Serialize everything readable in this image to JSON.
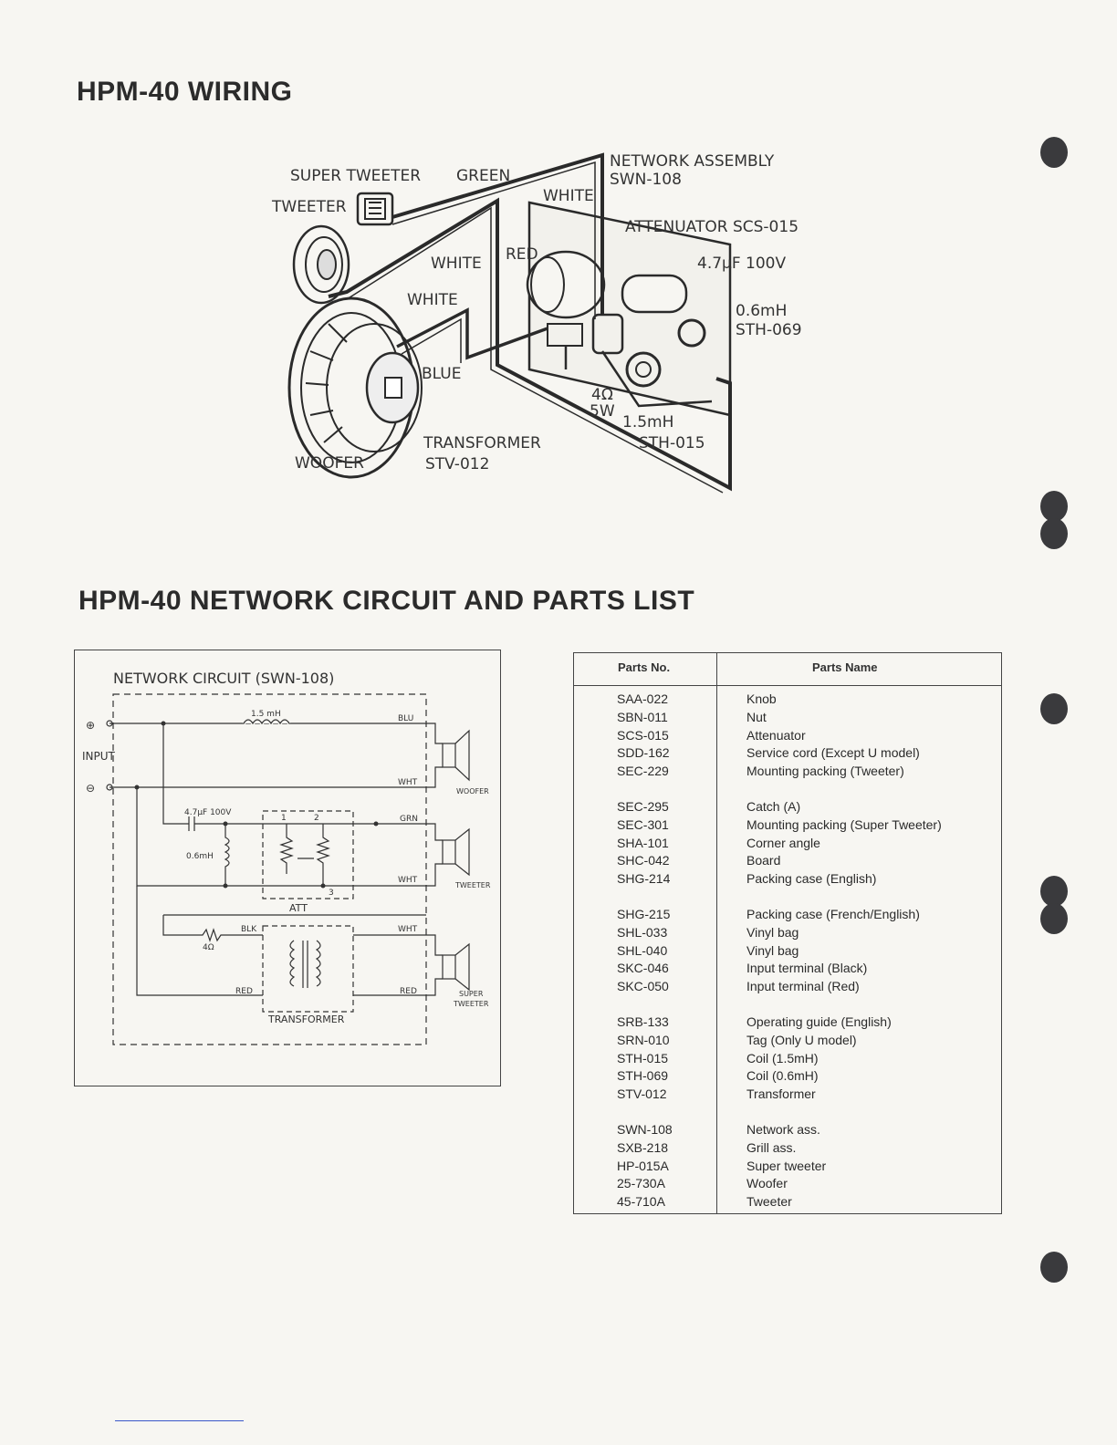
{
  "titles": {
    "wiring": "HPM-40 WIRING",
    "network": "HPM-40 NETWORK CIRCUIT AND PARTS LIST"
  },
  "wiring_labels": {
    "super_tweeter": "SUPER TWEETER",
    "green": "GREEN",
    "white_top": "WHITE",
    "network_assembly": "NETWORK  ASSEMBLY",
    "swn": "SWN-108",
    "tweeter": "TWEETER",
    "attenuator": "ATTENUATOR  SCS-015",
    "white_mid": "WHITE",
    "red": "RED",
    "cap": "4.7µF  100V",
    "white_low": "WHITE",
    "coil06": "0.6mH",
    "sth069": "STH-069",
    "blue": "BLUE",
    "res_ohm": "4Ω",
    "res_w": "5W",
    "coil15": "1.5mH",
    "sth015": "STH-015",
    "transformer": "TRANSFORMER",
    "stv012": "STV-012",
    "woofer": "WOOFER"
  },
  "circuit": {
    "title": "NETWORK  CIRCUIT  (SWN-108)",
    "input": "INPUT",
    "plus": "⊕",
    "minus": "⊖",
    "l15": "1.5 mH",
    "blu": "BLU",
    "wht1": "WHT",
    "woofer": "WOOFER",
    "cap": "4.7µF  100V",
    "grn": "GRN",
    "l06": "0.6mH",
    "n1": "1",
    "n2": "2",
    "n3": "3",
    "wht2": "WHT",
    "tweeter": "TWEETER",
    "att": "ATT",
    "blk": "BLK",
    "wht3": "WHT",
    "r4": "4Ω",
    "red1": "RED",
    "red2": "RED",
    "super1": "SUPER",
    "super2": "TWEETER",
    "transformer": "TRANSFORMER"
  },
  "parts_table": {
    "headers": [
      "Parts No.",
      "Parts Name"
    ],
    "groups": [
      [
        [
          "SAA-022",
          "Knob"
        ],
        [
          "SBN-011",
          "Nut"
        ],
        [
          "SCS-015",
          "Attenuator"
        ],
        [
          "SDD-162",
          "Service cord (Except U model)"
        ],
        [
          "SEC-229",
          "Mounting packing (Tweeter)"
        ]
      ],
      [
        [
          "SEC-295",
          "Catch (A)"
        ],
        [
          "SEC-301",
          "Mounting packing (Super Tweeter)"
        ],
        [
          "SHA-101",
          "Corner angle"
        ],
        [
          "SHC-042",
          "Board"
        ],
        [
          "SHG-214",
          "Packing case (English)"
        ]
      ],
      [
        [
          "SHG-215",
          "Packing case (French/English)"
        ],
        [
          "SHL-033",
          "Vinyl bag"
        ],
        [
          "SHL-040",
          "Vinyl bag"
        ],
        [
          "SKC-046",
          "Input terminal (Black)"
        ],
        [
          "SKC-050",
          "Input terminal (Red)"
        ]
      ],
      [
        [
          "SRB-133",
          "Operating guide (English)"
        ],
        [
          "SRN-010",
          "Tag (Only U model)"
        ],
        [
          "STH-015",
          "Coil (1.5mH)"
        ],
        [
          "STH-069",
          "Coil (0.6mH)"
        ],
        [
          "STV-012",
          "Transformer"
        ]
      ],
      [
        [
          "SWN-108",
          "Network ass."
        ],
        [
          "SXB-218",
          "Grill ass."
        ],
        [
          "HP-015A",
          "Super tweeter"
        ],
        [
          "25-730A",
          "Woofer"
        ],
        [
          "45-710A",
          "Tweeter"
        ]
      ]
    ]
  },
  "colors": {
    "ink": "#2b2b2b",
    "paper": "#f7f6f2",
    "hole": "#3a3a3d"
  }
}
